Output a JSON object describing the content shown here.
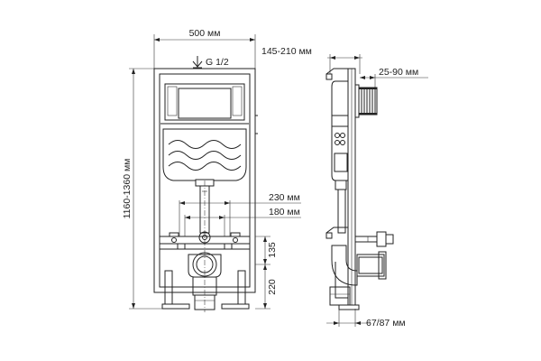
{
  "front_view": {
    "width_label": "500 мм",
    "water_inlet_label": "G 1/2",
    "height_label": "1160-1360 мм",
    "dim_230": "230 мм",
    "dim_180": "180 мм",
    "dim_135": "135",
    "dim_220": "220"
  },
  "side_view": {
    "depth_label": "145-210 мм",
    "flush_depth_label": "25-90 мм",
    "bottom_depth_label": "67/87 мм"
  }
}
